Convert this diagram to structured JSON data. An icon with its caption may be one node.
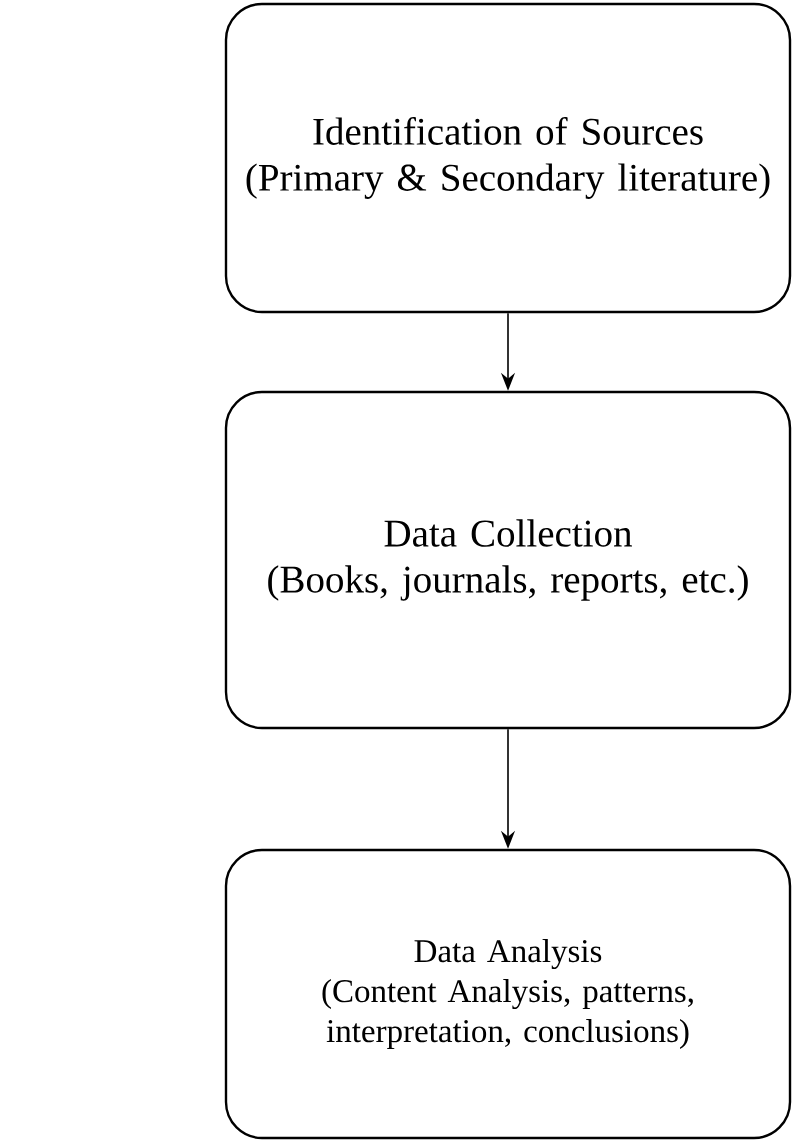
{
  "diagram": {
    "nodes": [
      {
        "text": [
          "Identification of Sources",
          "(Primary & Secondary literature)"
        ]
      },
      {
        "text": [
          "Data Collection",
          "(Books, journals, reports, etc.)"
        ]
      },
      {
        "text": [
          "Data Analysis",
          "(Content Analysis, patterns, interpretation, conclusions)"
        ]
      }
    ],
    "edges": [
      {
        "from": 0,
        "to": 1,
        "arrow": "to"
      },
      {
        "from": 1,
        "to": 2,
        "arrow": "to"
      }
    ]
  }
}
